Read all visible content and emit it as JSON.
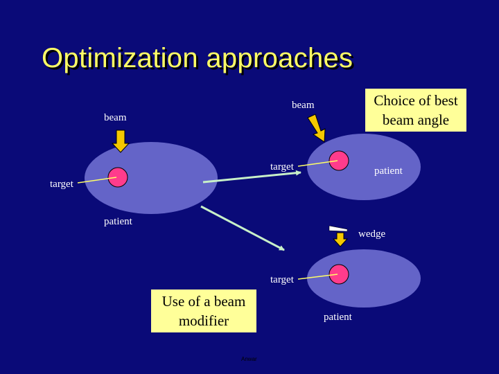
{
  "slide": {
    "title": "Optimization approaches",
    "footer": "Anwar"
  },
  "diagram": {
    "left": {
      "beam_label": "beam",
      "target_label": "target",
      "patient_label": "patient"
    },
    "top_right": {
      "beam_label": "beam",
      "target_label": "target",
      "patient_label": "patient",
      "callout": "Choice of best beam angle",
      "callout_lines": [
        "Choice of best",
        "beam angle"
      ]
    },
    "bottom_right": {
      "wedge_label": "wedge",
      "target_label": "target",
      "patient_label": "patient",
      "callout_lines": [
        "Use of a beam",
        "modifier"
      ]
    }
  },
  "colors": {
    "background": "#0a0a78",
    "title": "#ffff66",
    "patient_ellipse": "#6464c8",
    "target_circle": "#ff3c8c",
    "beam_arrow": "#f5c800",
    "connector_arrow": "#c8f0c8",
    "callout_box": "#ffff99"
  }
}
